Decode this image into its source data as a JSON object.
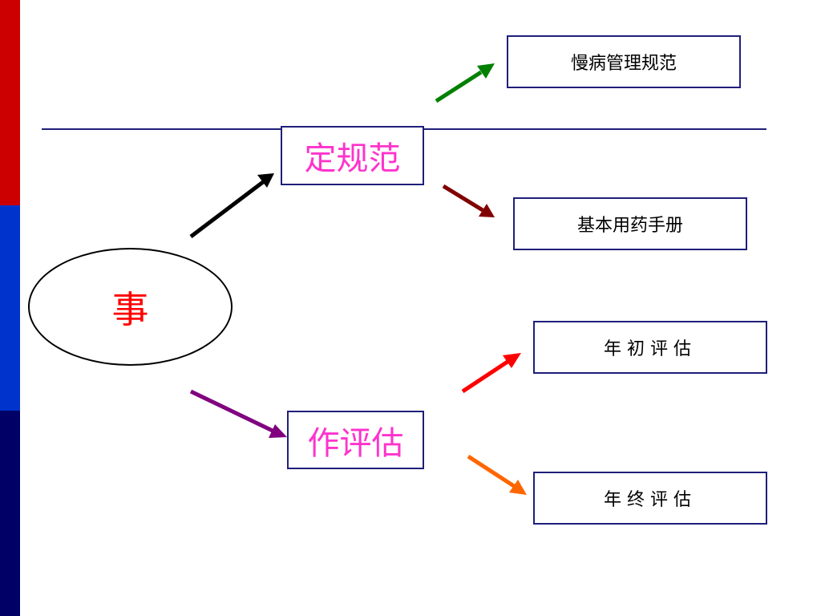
{
  "colors": {
    "band_top": "#cc0000",
    "band_middle": "#0033cc",
    "band_bottom": "#000066",
    "rule_line": "#1f1f7a",
    "root_text": "#ff0000",
    "branch_text": "#ff33cc",
    "leaf_text": "#000000",
    "arrow_root_to_rules": "#000000",
    "arrow_root_to_eval": "#800080",
    "arrow_rules_to_chronic": "#008000",
    "arrow_rules_to_handbook": "#800000",
    "arrow_eval_to_start": "#ff0000",
    "arrow_eval_to_end": "#ff6600"
  },
  "diagram": {
    "root": {
      "label": "事"
    },
    "branches": [
      {
        "id": "rules",
        "label": "定规范",
        "children": [
          {
            "id": "chronic-disease",
            "label": "慢病管理规范"
          },
          {
            "id": "drug-handbook",
            "label": "基本用药手册"
          }
        ]
      },
      {
        "id": "evaluation",
        "label": "作评估",
        "children": [
          {
            "id": "year-start",
            "label": "年初评估"
          },
          {
            "id": "year-end",
            "label": "年终评估"
          }
        ]
      }
    ],
    "edges": [
      {
        "from": "root",
        "to": "rules",
        "color_key": "arrow_root_to_rules"
      },
      {
        "from": "root",
        "to": "evaluation",
        "color_key": "arrow_root_to_eval"
      },
      {
        "from": "rules",
        "to": "chronic-disease",
        "color_key": "arrow_rules_to_chronic"
      },
      {
        "from": "rules",
        "to": "drug-handbook",
        "color_key": "arrow_rules_to_handbook"
      },
      {
        "from": "evaluation",
        "to": "year-start",
        "color_key": "arrow_eval_to_start"
      },
      {
        "from": "evaluation",
        "to": "year-end",
        "color_key": "arrow_eval_to_end"
      }
    ]
  }
}
